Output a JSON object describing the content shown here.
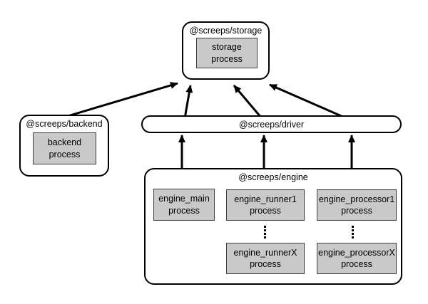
{
  "diagram": {
    "background_color": "#ffffff",
    "line_color": "#000000",
    "process_fill_color": "#c9c9c9",
    "process_border_color": "#3f3f3f",
    "nodes": {
      "storage": {
        "title": "@screeps/storage",
        "process": {
          "lines": [
            "storage",
            "process"
          ]
        }
      },
      "backend": {
        "title": "@screeps/backend",
        "process": {
          "lines": [
            "backend",
            "process"
          ]
        }
      },
      "driver": {
        "title": "@screeps/driver"
      },
      "engine": {
        "title": "@screeps/engine",
        "processes": [
          {
            "lines": [
              "engine_main",
              "process"
            ]
          },
          {
            "lines": [
              "engine_runner1",
              "process"
            ]
          },
          {
            "lines": [
              "engine_processor1",
              "process"
            ]
          },
          {
            "lines": [
              "engine_runnerX",
              "process"
            ]
          },
          {
            "lines": [
              "engine_processorX",
              "process"
            ]
          }
        ],
        "ellipsis_icon": "vertical-ellipsis"
      }
    },
    "edges": [
      {
        "from": "@screeps/backend",
        "to": "@screeps/storage"
      },
      {
        "from": "@screeps/driver",
        "to": "@screeps/storage",
        "position": "left"
      },
      {
        "from": "@screeps/driver",
        "to": "@screeps/storage",
        "position": "middle"
      },
      {
        "from": "@screeps/driver",
        "to": "@screeps/storage",
        "position": "right"
      },
      {
        "from": "@screeps/engine",
        "to": "@screeps/driver",
        "position": "left"
      },
      {
        "from": "@screeps/engine",
        "to": "@screeps/driver",
        "position": "middle"
      },
      {
        "from": "@screeps/engine",
        "to": "@screeps/driver",
        "position": "right"
      }
    ]
  }
}
